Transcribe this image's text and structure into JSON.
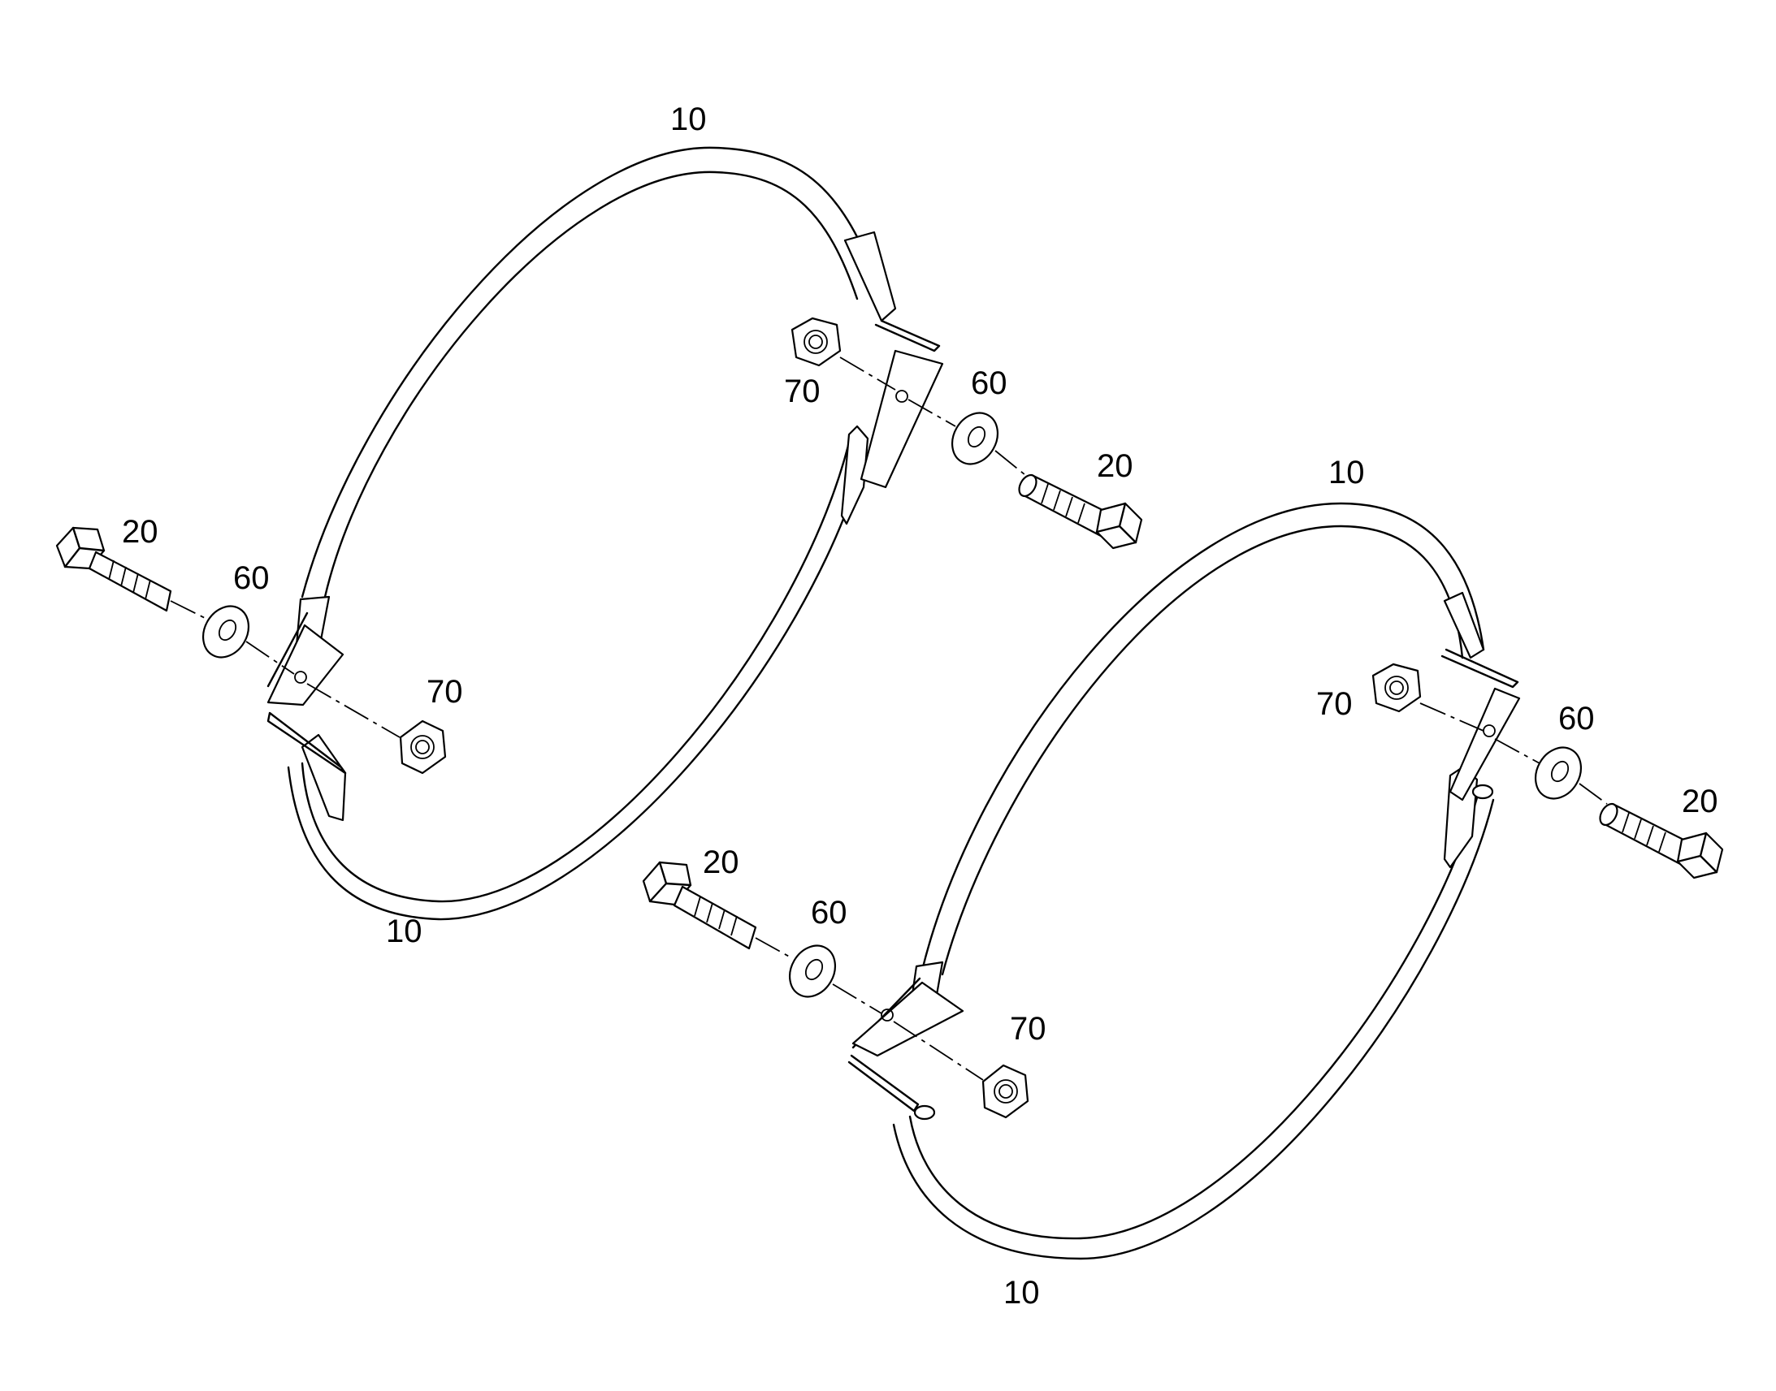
{
  "callouts": {
    "band": "10",
    "bolt": "20",
    "washer": "60",
    "nut": "70"
  }
}
